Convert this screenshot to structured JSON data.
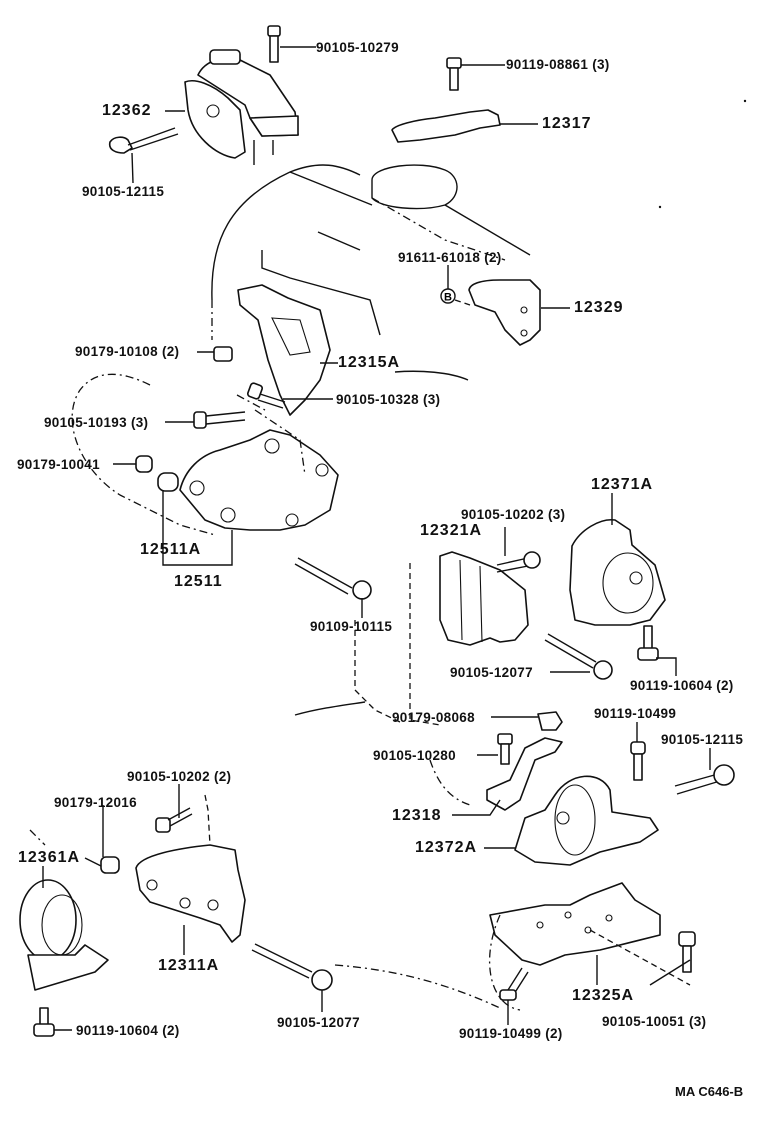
{
  "diagram": {
    "title": "Engine mounting parts diagram",
    "reference_code": "MA C646-B",
    "callout_symbol": "B",
    "parts": [
      {
        "id": "p1",
        "number": "90105-10279",
        "qty": ""
      },
      {
        "id": "p2",
        "number": "90119-08861",
        "qty": "(3)"
      },
      {
        "id": "p3",
        "number": "12362",
        "qty": ""
      },
      {
        "id": "p4",
        "number": "12317",
        "qty": ""
      },
      {
        "id": "p5",
        "number": "90105-12115",
        "qty": ""
      },
      {
        "id": "p6",
        "number": "91611-61018",
        "qty": "(2)"
      },
      {
        "id": "p7",
        "number": "12329",
        "qty": ""
      },
      {
        "id": "p8",
        "number": "90179-10108",
        "qty": "(2)"
      },
      {
        "id": "p9",
        "number": "12315A",
        "qty": ""
      },
      {
        "id": "p10",
        "number": "90105-10328",
        "qty": "(3)"
      },
      {
        "id": "p11",
        "number": "90105-10193",
        "qty": "(3)"
      },
      {
        "id": "p12",
        "number": "90179-10041",
        "qty": ""
      },
      {
        "id": "p13",
        "number": "12511A",
        "qty": ""
      },
      {
        "id": "p14",
        "number": "12511",
        "qty": ""
      },
      {
        "id": "p15",
        "number": "12371A",
        "qty": ""
      },
      {
        "id": "p16",
        "number": "90105-10202",
        "qty": "(3)"
      },
      {
        "id": "p17",
        "number": "12321A",
        "qty": ""
      },
      {
        "id": "p18",
        "number": "90109-10115",
        "qty": ""
      },
      {
        "id": "p19",
        "number": "90105-12077",
        "qty": ""
      },
      {
        "id": "p20",
        "number": "90119-10604",
        "qty": "(2)"
      },
      {
        "id": "p21",
        "number": "90179-08068",
        "qty": ""
      },
      {
        "id": "p22",
        "number": "90119-10499",
        "qty": ""
      },
      {
        "id": "p23",
        "number": "90105-10280",
        "qty": ""
      },
      {
        "id": "p24",
        "number": "90105-12115",
        "qty": ""
      },
      {
        "id": "p25",
        "number": "90105-10202",
        "qty": "(2)"
      },
      {
        "id": "p26",
        "number": "90179-12016",
        "qty": ""
      },
      {
        "id": "p27",
        "number": "12318",
        "qty": ""
      },
      {
        "id": "p28",
        "number": "12361A",
        "qty": ""
      },
      {
        "id": "p29",
        "number": "12372A",
        "qty": ""
      },
      {
        "id": "p30",
        "number": "12311A",
        "qty": ""
      },
      {
        "id": "p31",
        "number": "12325A",
        "qty": ""
      },
      {
        "id": "p32",
        "number": "90105-12077",
        "qty": ""
      },
      {
        "id": "p33",
        "number": "90119-10499",
        "qty": "(2)"
      },
      {
        "id": "p34",
        "number": "90105-10051",
        "qty": "(3)"
      },
      {
        "id": "p35",
        "number": "90119-10604",
        "qty": "(2)"
      }
    ]
  }
}
